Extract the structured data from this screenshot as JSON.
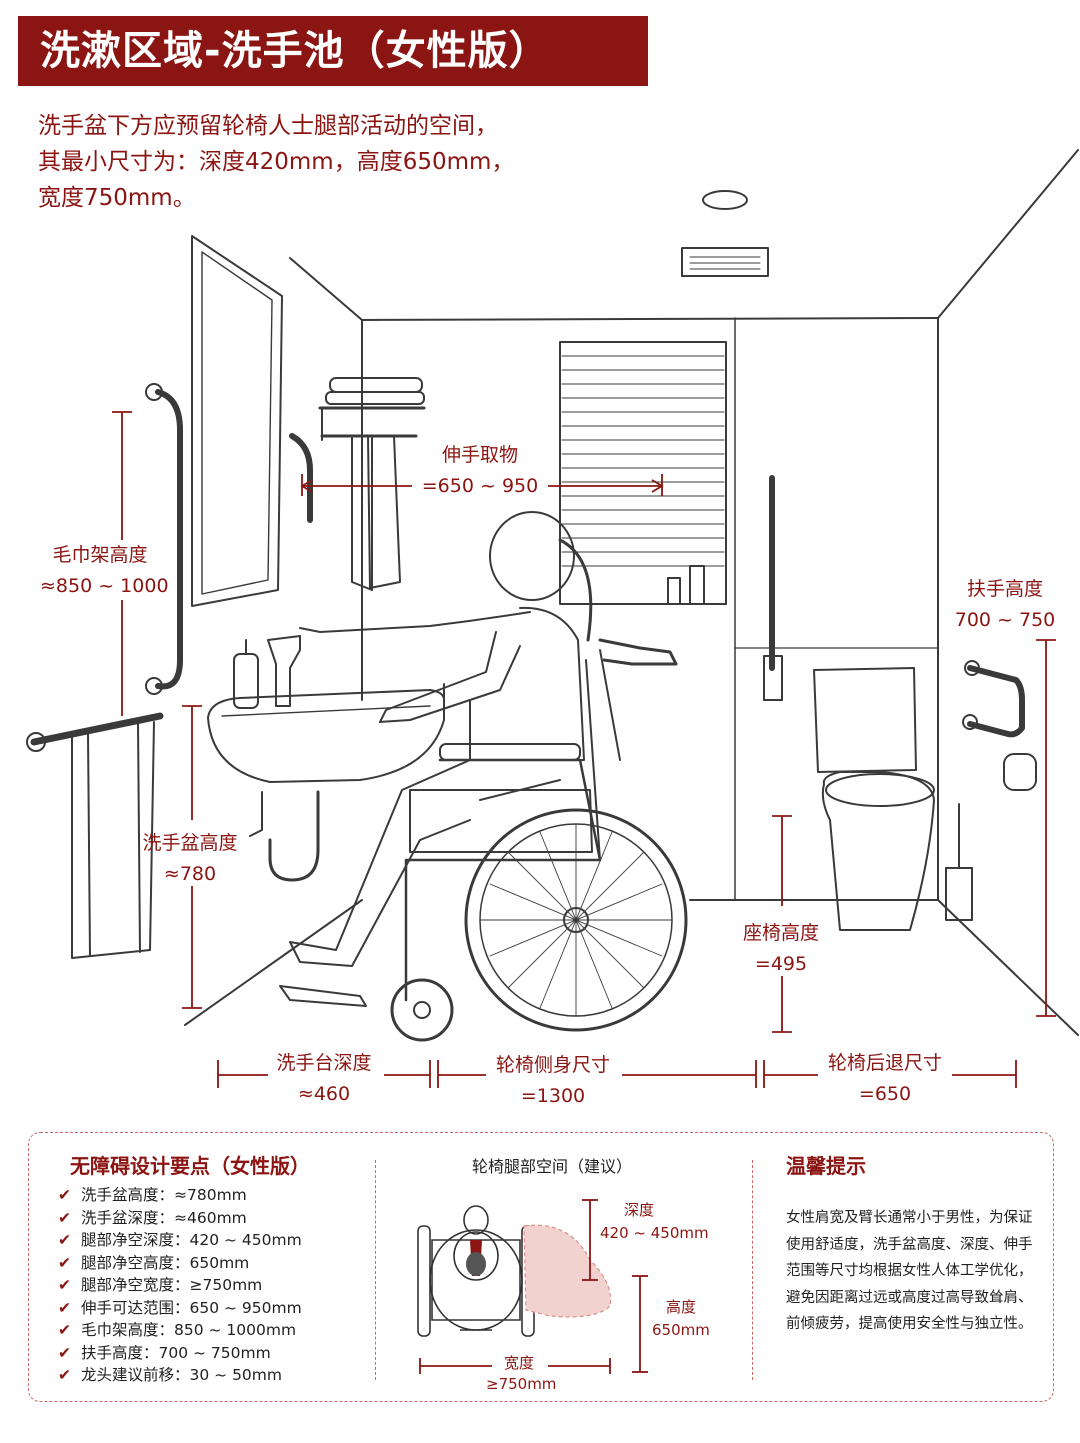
{
  "title": "洗漱区域-洗手池（女性版）",
  "intro_lines": [
    "洗手盆下方应预留轮椅人士腿部活动的空间，",
    "其最小尺寸为：深度420mm，高度650mm，",
    "宽度750mm。"
  ],
  "dimensions": {
    "towel_rack": {
      "label": "毛巾架高度",
      "value": "≈850 ~ 1000"
    },
    "reach": {
      "label": "伸手取物",
      "value": "=650 ~ 950"
    },
    "basin_height": {
      "label": "洗手盆高度",
      "value": "≈780"
    },
    "grab_bar": {
      "label": "扶手高度",
      "value": "700 ~ 750"
    },
    "seat_height": {
      "label": "座椅高度",
      "value": "=495"
    },
    "counter_depth": {
      "label": "洗手台深度",
      "value": "≈460"
    },
    "wheelchair_side": {
      "label": "轮椅侧身尺寸",
      "value": "=1300"
    },
    "wheelchair_back": {
      "label": "轮椅后退尺寸",
      "value": "=650"
    }
  },
  "key_points": {
    "title": "无障碍设计要点（女性版）",
    "items": [
      "洗手盆高度：≈780mm",
      "洗手盆深度：≈460mm",
      "腿部净空深度：420 ~ 450mm",
      "腿部净空高度：650mm",
      "腿部净空宽度：≥750mm",
      "伸手可达范围：650 ~ 950mm",
      "毛巾架高度：850 ~ 1000mm",
      "扶手高度：700 ~ 750mm",
      "龙头建议前移：30 ~ 50mm"
    ]
  },
  "leg_space": {
    "title": "轮椅腿部空间（建议）",
    "depth_label": "深度",
    "depth_value": "420 ~ 450mm",
    "height_label": "高度",
    "height_value": "650mm",
    "width_label": "宽度",
    "width_value": "≥750mm"
  },
  "tips": {
    "title": "温馨提示",
    "body": "女性肩宽及臂长通常小于男性，为保证使用舒适度，洗手盆高度、深度、伸手范围等尺寸均根据女性人体工学优化，避免因距离过远或高度过高导致耸肩、前倾疲劳，提高使用安全性与独立性。"
  },
  "colors": {
    "accent": "#8b1512",
    "dash": "#c96a66",
    "line": "#333333"
  }
}
